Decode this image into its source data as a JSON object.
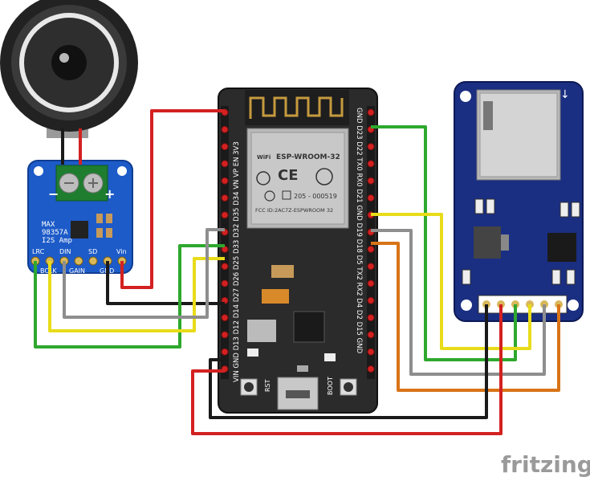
{
  "amp": {
    "chip_line1": "MAX",
    "chip_line2": "98357A",
    "chip_line3": "I2S Amp",
    "pins": [
      "LRC",
      "BCLK",
      "DIN",
      "GAIN",
      "SD",
      "GND",
      "Vin"
    ],
    "minus": "−",
    "plus": "+"
  },
  "esp32": {
    "module_name": "ESP-WROOM-32",
    "wifi": "WiFi",
    "ce": "CE",
    "cert": "205 - 000519",
    "fcc": "FCC ID:2AC7Z-ESPWROOM 32",
    "left_pins": "VIN GND D13 D12 D14 D27 D26 D25 D33 D32 D35 D34 VN VP EN 3V3",
    "right_pins": "GND D23 D22 TX0 RX0 D21 GND D19 D18 D5 TX2 RX2 D4 D2 D15 GND",
    "rst_label": "RST",
    "boot_label": "BOOT"
  },
  "sd_module": {
    "arrow": "↓"
  },
  "watermark": "fritzing",
  "colors": {
    "red": "#d32121",
    "black": "#1a1a1a",
    "green": "#2ea82e",
    "yellow": "#e8dc1a",
    "gray": "#8e8e8e",
    "orange": "#d87418",
    "board": "#2b2b2b",
    "amp_blue": "#1d5bc8",
    "sd_blue": "#1a2e82"
  }
}
